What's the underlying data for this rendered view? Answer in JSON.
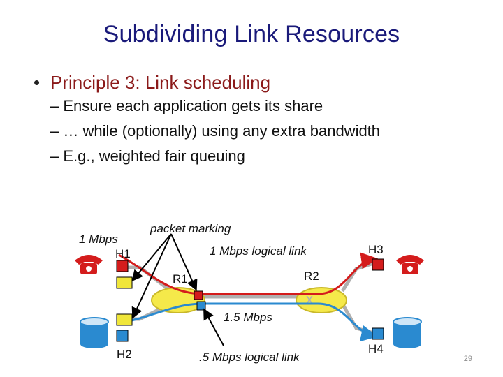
{
  "slide": {
    "title": "Subdividing Link Resources",
    "bullet": "Principle 3: Link scheduling",
    "bullet_marker": "•",
    "subbullets": [
      "– Ensure each application gets its share",
      "– … while (optionally) using any extra bandwidth",
      "– E.g., weighted fair queuing"
    ],
    "page_number": "29"
  },
  "diagram": {
    "labels": {
      "rate_left": "1 Mbps",
      "packet_marking": "packet marking",
      "logical_link_top": "1 Mbps logical link",
      "rate_mid": "1.5 Mbps",
      "logical_link_bottom": ".5 Mbps logical link",
      "h1": "H1",
      "h2": "H2",
      "h3": "H3",
      "h4": "H4",
      "r1": "R1",
      "r2": "R2"
    },
    "icons": [
      "phone-icon",
      "phone-icon",
      "database-icon",
      "database-icon"
    ],
    "colors": {
      "red_flow": "#d41c1c",
      "blue_flow": "#2a8ad0",
      "router_fill": "#f5e94a",
      "host_red": "#d41c1c",
      "host_blue": "#2a8ad0",
      "marker_yellow": "#f0e63a",
      "link_gray": "#b0b0b0"
    }
  }
}
